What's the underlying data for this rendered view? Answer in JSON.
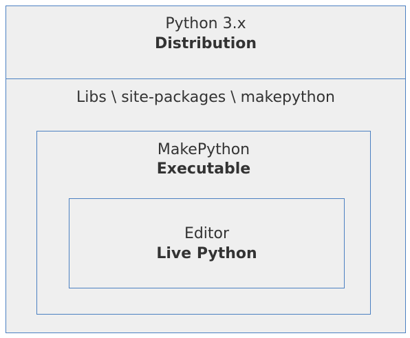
{
  "distribution": {
    "line1": "Python 3.x",
    "line2": "Distribution"
  },
  "libs_path": "Libs \\ site-packages \\ makepython",
  "makepython": {
    "line1": "MakePython",
    "line2": "Executable"
  },
  "editor": {
    "line1": "Editor",
    "line2": "Live Python"
  },
  "colors": {
    "border": "#4a7fc1",
    "fill": "#efefef",
    "text": "#333333"
  }
}
